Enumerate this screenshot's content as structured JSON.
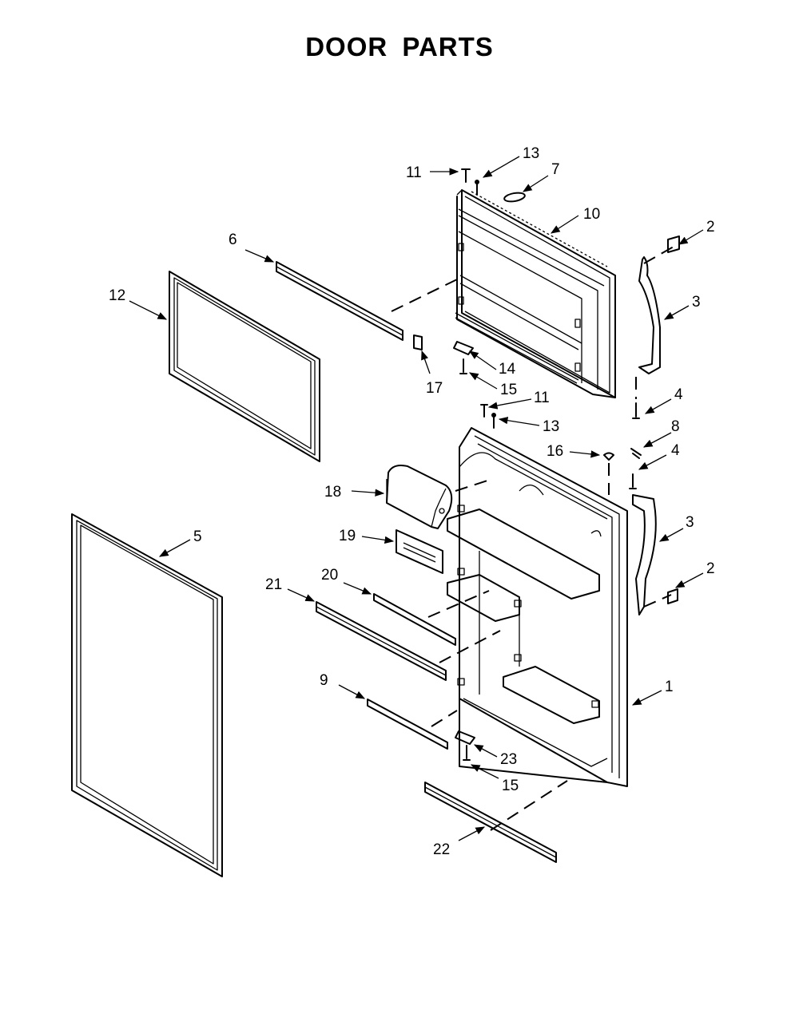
{
  "title": "DOOR PARTS",
  "callouts": [
    "1",
    "2",
    "2",
    "3",
    "3",
    "4",
    "4",
    "5",
    "6",
    "7",
    "8",
    "9",
    "10",
    "11",
    "11",
    "12",
    "13",
    "13",
    "14",
    "15",
    "15",
    "16",
    "17",
    "18",
    "19",
    "20",
    "21",
    "22",
    "23"
  ]
}
